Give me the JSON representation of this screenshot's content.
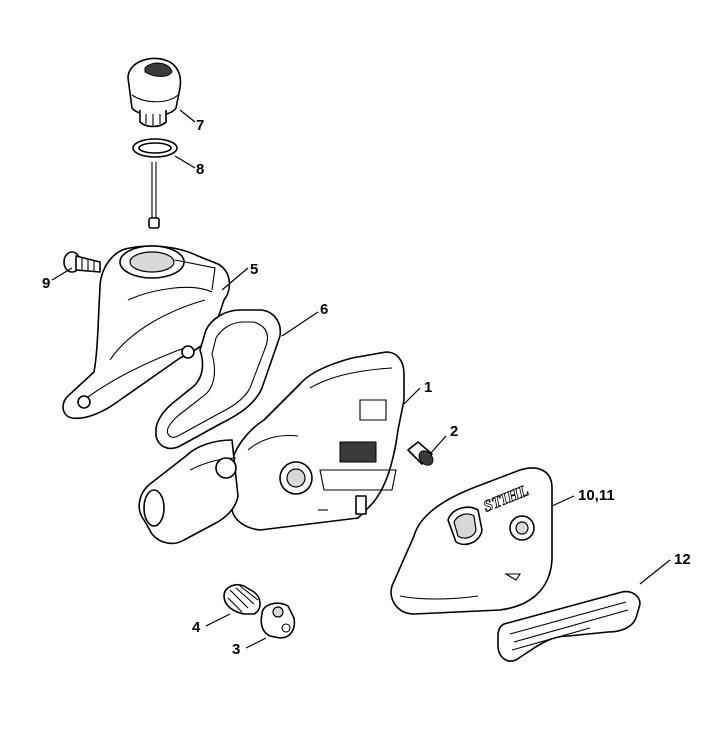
{
  "callouts": {
    "p1": "1",
    "p2": "2",
    "p3": "3",
    "p4": "4",
    "p5": "5",
    "p6": "6",
    "p7": "7",
    "p8": "8",
    "p9": "9",
    "p10_11": "10,11",
    "p12": "12"
  },
  "brand": "STIHL"
}
